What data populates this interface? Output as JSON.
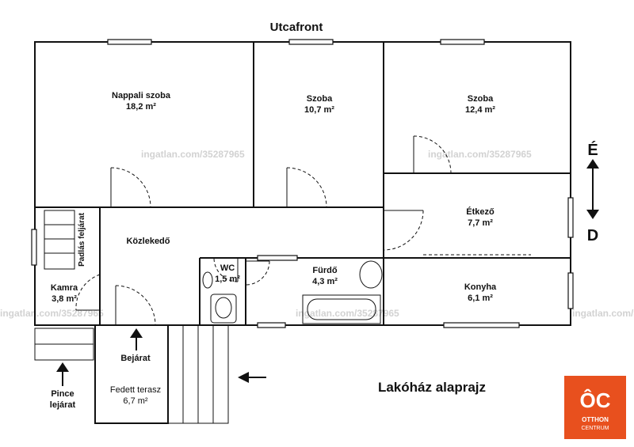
{
  "street_label": "Utcafront",
  "title": "Lakóház alaprajz",
  "watermark": "ingatlan.com/35287965",
  "compass": {
    "north": "É",
    "south": "D"
  },
  "rooms": {
    "nappali": {
      "name": "Nappali szoba",
      "area": "18,2 m²"
    },
    "szoba1": {
      "name": "Szoba",
      "area": "10,7 m²"
    },
    "szoba2": {
      "name": "Szoba",
      "area": "12,4 m²"
    },
    "etkezo": {
      "name": "Étkező",
      "area": "7,7 m²"
    },
    "kozlekedo": {
      "name": "Közlekedő"
    },
    "padlas": {
      "name": "Padlás feljárat"
    },
    "kamra": {
      "name": "Kamra",
      "area": "3,8 m²"
    },
    "wc": {
      "name": "WC",
      "area": "1,5 m²"
    },
    "furdo": {
      "name": "Fürdő",
      "area": "4,3 m²"
    },
    "konyha": {
      "name": "Konyha",
      "area": "6,1 m²"
    },
    "terasz": {
      "name": "Fedett terasz",
      "area": "6,7 m²"
    }
  },
  "entrance": "Bejárat",
  "pince": {
    "line1": "Pince",
    "line2": "lejárat"
  },
  "logo": {
    "letters": "ÔC",
    "line1": "OTTHON",
    "line2": "CENTRUM",
    "color": "#e8501e"
  }
}
